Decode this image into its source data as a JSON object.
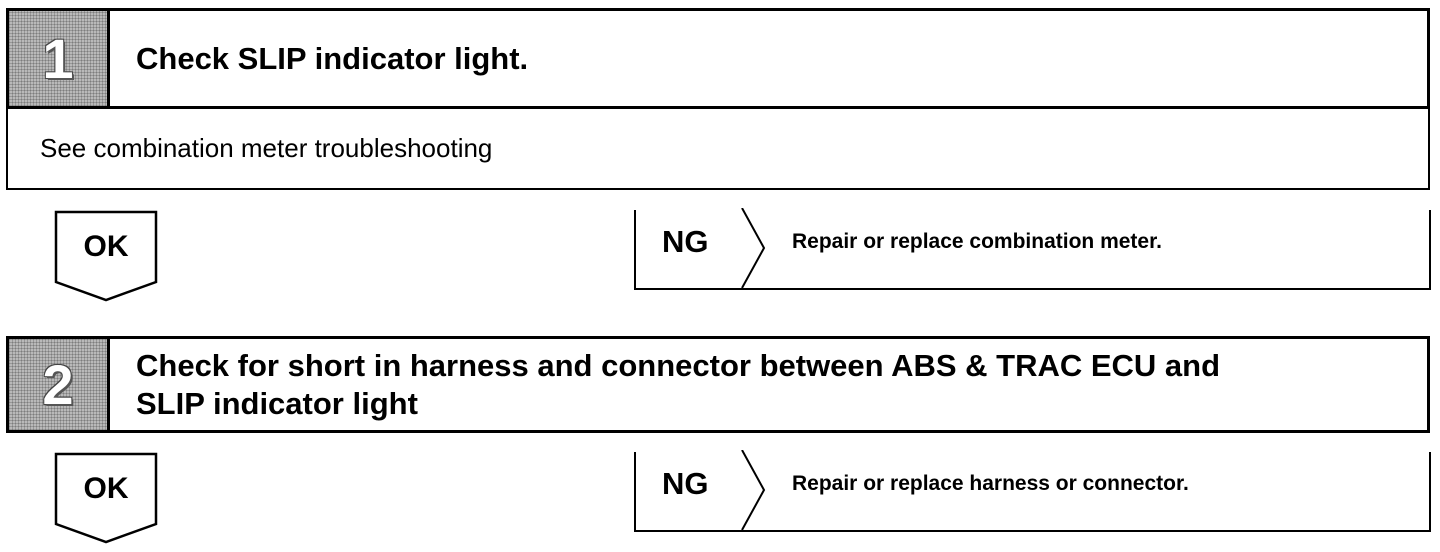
{
  "steps": [
    {
      "number": "1",
      "title": "Check SLIP indicator light.",
      "info": "See combination meter troubleshooting",
      "ok_label": "OK",
      "ng_label": "NG",
      "ng_action": "Repair or replace combination meter."
    },
    {
      "number": "2",
      "title_line1": "Check for short in harness and connector between ABS & TRAC ECU and",
      "title_line2": "SLIP indicator light",
      "ok_label": "OK",
      "ng_label": "NG",
      "ng_action": "Repair or replace harness or connector."
    }
  ]
}
